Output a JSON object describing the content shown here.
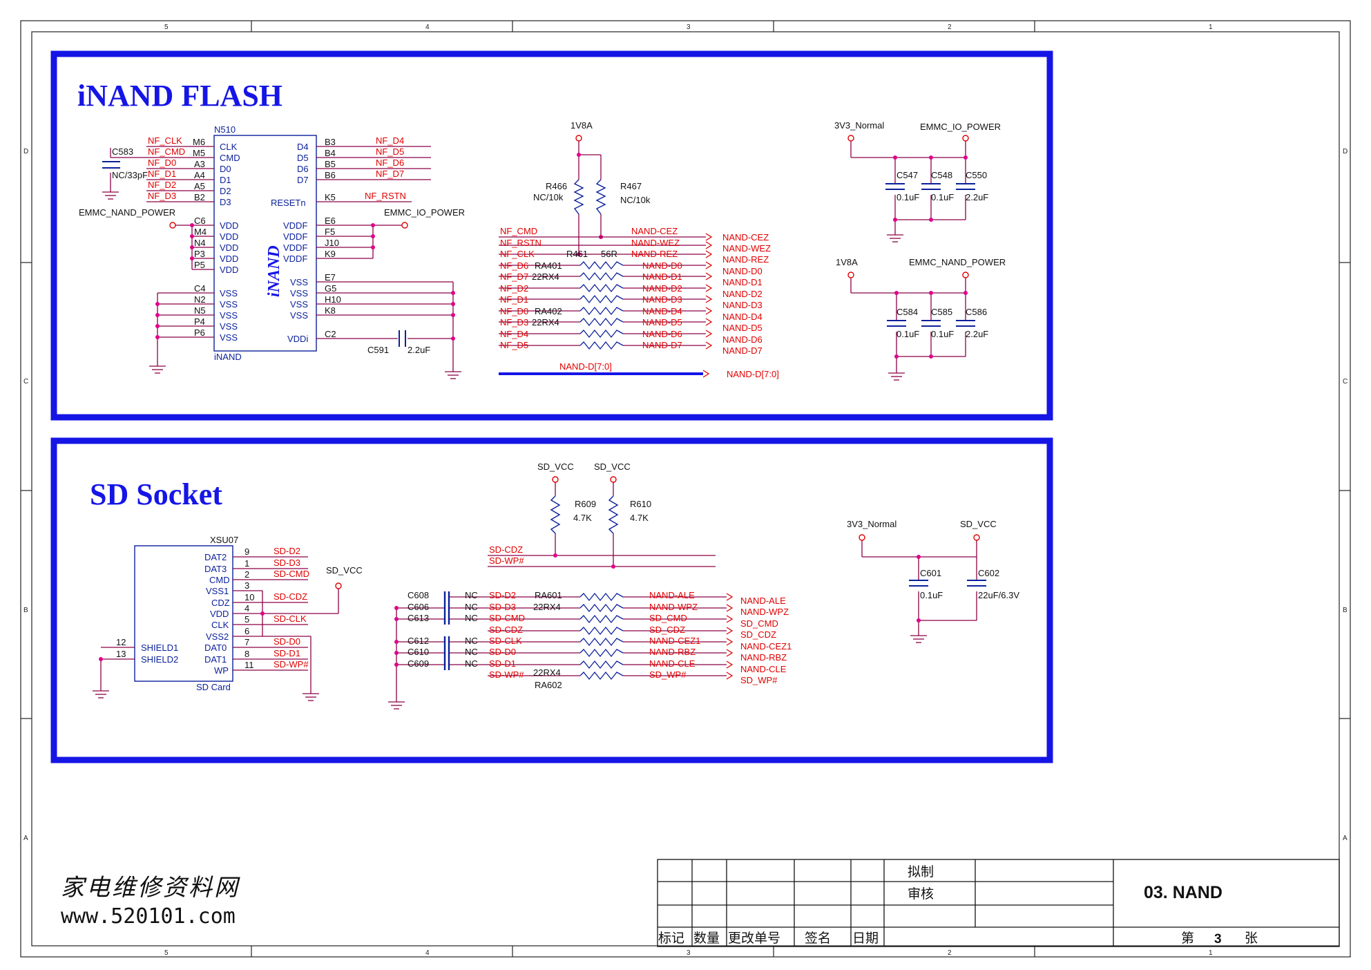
{
  "border": {
    "cols": [
      "5",
      "4",
      "3",
      "2",
      "1"
    ],
    "rows": [
      "D",
      "C",
      "B",
      "A"
    ]
  },
  "sections": {
    "inand_title": "iNAND FLASH",
    "sd_title": "SD Socket"
  },
  "inand": {
    "ref": "N510",
    "part": "iNAND",
    "logo": "iNAND",
    "left_nets": [
      "NF_CLK",
      "NF_CMD",
      "NF_D0",
      "NF_D1",
      "NF_D2",
      "NF_D3"
    ],
    "left_pins": [
      "M6",
      "M5",
      "A3",
      "A4",
      "A5",
      "B2"
    ],
    "left_names": [
      "CLK",
      "CMD",
      "D0",
      "D1",
      "D2",
      "D3"
    ],
    "right_nets": [
      "NF_D4",
      "NF_D5",
      "NF_D6",
      "NF_D7"
    ],
    "right_pins": [
      "B3",
      "B4",
      "B5",
      "B6"
    ],
    "right_names": [
      "D4",
      "D5",
      "D6",
      "D7"
    ],
    "reset": {
      "name": "RESETn",
      "pin": "K5",
      "net": "NF_RSTN"
    },
    "cap_c583": {
      "ref": "C583",
      "val": "NC/33pF"
    },
    "emmc_nand_power": "EMMC_NAND_POWER",
    "emmc_io_power": "EMMC_IO_POWER",
    "vdd_pins": [
      "C6",
      "M4",
      "N4",
      "P3",
      "P5"
    ],
    "vdd_name": "VDD",
    "vddf_pins": [
      "E6",
      "F5",
      "J10",
      "K9"
    ],
    "vddf_name": "VDDF",
    "vss_left_pins": [
      "C4",
      "N2",
      "N5",
      "P4",
      "P6"
    ],
    "vss_name": "VSS",
    "vss_right_pins": [
      "E7",
      "G5",
      "H10",
      "K8"
    ],
    "vddi": {
      "name": "VDDi",
      "pin": "C2",
      "cap": "C591",
      "val": "2.2uF"
    }
  },
  "pullups": {
    "rail": "1V8A",
    "r1": {
      "ref": "R466",
      "val": "NC/10k"
    },
    "r2": {
      "ref": "R467",
      "val": "NC/10k"
    }
  },
  "series": {
    "left_nets": [
      "NF_CMD",
      "NF_RSTN",
      "NF_CLK",
      "NF_D6",
      "NF_D7",
      "NF_D2",
      "NF_D1",
      "NF_D0",
      "NF_D3",
      "NF_D4",
      "NF_D5"
    ],
    "right_nets": [
      "NAND-CEZ",
      "NAND-WEZ",
      "NAND-REZ",
      "NAND-D0",
      "NAND-D1",
      "NAND-D2",
      "NAND-D3",
      "NAND-D4",
      "NAND-D5",
      "NAND-D6",
      "NAND-D7"
    ],
    "ports": [
      "NAND-CEZ",
      "NAND-WEZ",
      "NAND-REZ",
      "NAND-D0",
      "NAND-D1",
      "NAND-D2",
      "NAND-D3",
      "NAND-D4",
      "NAND-D5",
      "NAND-D6",
      "NAND-D7"
    ],
    "r461": {
      "ref": "R461",
      "val": "56R"
    },
    "ra401": {
      "ref": "RA401",
      "val": "22RX4"
    },
    "ra402": {
      "ref": "RA402",
      "val": "22RX4"
    },
    "bus": "NAND-D[7:0]",
    "bus_port": "NAND-D[7:0]"
  },
  "decap_top": {
    "rails": [
      "3V3_Normal",
      "EMMC_IO_POWER"
    ],
    "caps": [
      {
        "ref": "C547",
        "val": "0.1uF"
      },
      {
        "ref": "C548",
        "val": "0.1uF"
      },
      {
        "ref": "C550",
        "val": "2.2uF"
      }
    ]
  },
  "decap_mid": {
    "rails": [
      "1V8A",
      "EMMC_NAND_POWER"
    ],
    "caps": [
      {
        "ref": "C584",
        "val": "0.1uF"
      },
      {
        "ref": "C585",
        "val": "0.1uF"
      },
      {
        "ref": "C586",
        "val": "2.2uF"
      }
    ]
  },
  "sd": {
    "ref": "XSU07",
    "part": "SD Card",
    "pin_names": [
      "DAT2",
      "DAT3",
      "CMD",
      "VSS1",
      "CDZ",
      "VDD",
      "CLK",
      "VSS2",
      "DAT0",
      "DAT1",
      "WP"
    ],
    "pin_nums": [
      "9",
      "1",
      "2",
      "3",
      "10",
      "4",
      "5",
      "6",
      "7",
      "8",
      "11"
    ],
    "pin_nets": [
      "SD-D2",
      "SD-D3",
      "SD-CMD",
      "",
      "SD-CDZ",
      "",
      "SD-CLK",
      "",
      "SD-D0",
      "SD-D1",
      "SD-WP#"
    ],
    "shields": [
      "SHIELD1",
      "SHIELD2"
    ],
    "shield_nums": [
      "12",
      "13"
    ],
    "vcc": "SD_VCC"
  },
  "sd_pullups": {
    "rails": [
      "SD_VCC",
      "SD_VCC"
    ],
    "r1": {
      "ref": "R609",
      "val": "4.7K"
    },
    "r2": {
      "ref": "R610",
      "val": "4.7K"
    },
    "nets": [
      "SD-CDZ",
      "SD-WP#"
    ]
  },
  "sd_series": {
    "caps": [
      "C608",
      "C606",
      "C613",
      "",
      "C612",
      "C610",
      "C609"
    ],
    "nc": [
      "NC",
      "NC",
      "NC",
      "",
      "NC",
      "NC",
      "NC"
    ],
    "left_nets": [
      "SD-D2",
      "SD-D3",
      "SD-CMD",
      "SD-CDZ",
      "SD-CLK",
      "SD-D0",
      "SD-D1",
      "SD-WP#"
    ],
    "right_nets": [
      "NAND-ALE",
      "NAND-WPZ",
      "SD_CMD",
      "SD_CDZ",
      "NAND-CEZ1",
      "NAND-RBZ",
      "NAND-CLE",
      "SD_WP#"
    ],
    "ports": [
      "NAND-ALE",
      "NAND-WPZ",
      "SD_CMD",
      "SD_CDZ",
      "NAND-CEZ1",
      "NAND-RBZ",
      "NAND-CLE",
      "SD_WP#"
    ],
    "ra601": {
      "ref": "RA601",
      "val": "22RX4"
    },
    "ra602": {
      "ref": "RA602",
      "val": "22RX4"
    }
  },
  "sd_decap": {
    "rails": [
      "3V3_Normal",
      "SD_VCC"
    ],
    "caps": [
      {
        "ref": "C601",
        "val": "0.1uF"
      },
      {
        "ref": "C602",
        "val": "22uF/6.3V"
      }
    ]
  },
  "titleblock": {
    "draft": "拟制",
    "review": "审核",
    "title": "03. NAND",
    "headers": [
      "标记",
      "数量",
      "更改单号",
      "签名",
      "日期"
    ],
    "sheet_prefix": "第",
    "sheet": "3",
    "sheet_suffix": "张"
  },
  "watermark": {
    "cn": "家电维修资料网",
    "url": "www.520101.com"
  },
  "colors": {
    "frame_blue": "#1515e6",
    "net_red": "#e00000",
    "wire_maroon": "#8b0046",
    "pin_blue": "#0a1f9a"
  }
}
